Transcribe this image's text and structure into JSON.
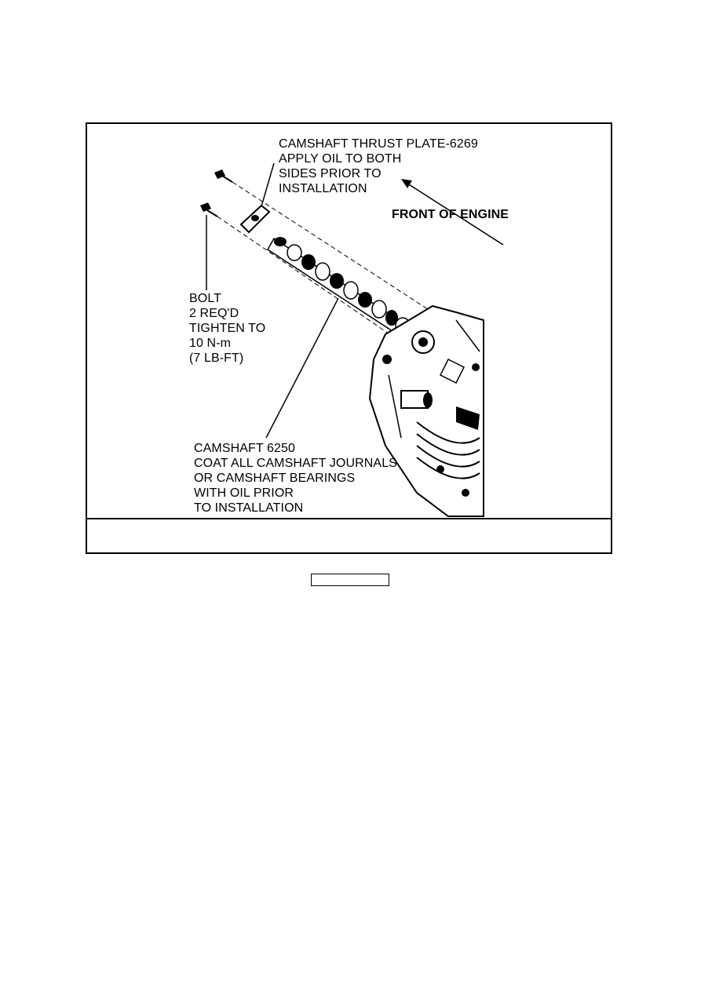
{
  "figure": {
    "labels": {
      "thrust_plate": "CAMSHAFT THRUST PLATE-6269\nAPPLY OIL TO BOTH\nSIDES PRIOR TO\nINSTALLATION",
      "front_of_engine": "FRONT OF ENGINE",
      "bolt": "BOLT\n2 REQ'D\nTIGHTEN TO\n10 N-m\n(7 LB-FT)",
      "camshaft": "CAMSHAFT 6250\nCOAT ALL CAMSHAFT JOURNALS\nOR CAMSHAFT BEARINGS\nWITH OIL PRIOR\nTO INSTALLATION"
    },
    "caption": ""
  },
  "page_tag": {
    "text": ""
  }
}
